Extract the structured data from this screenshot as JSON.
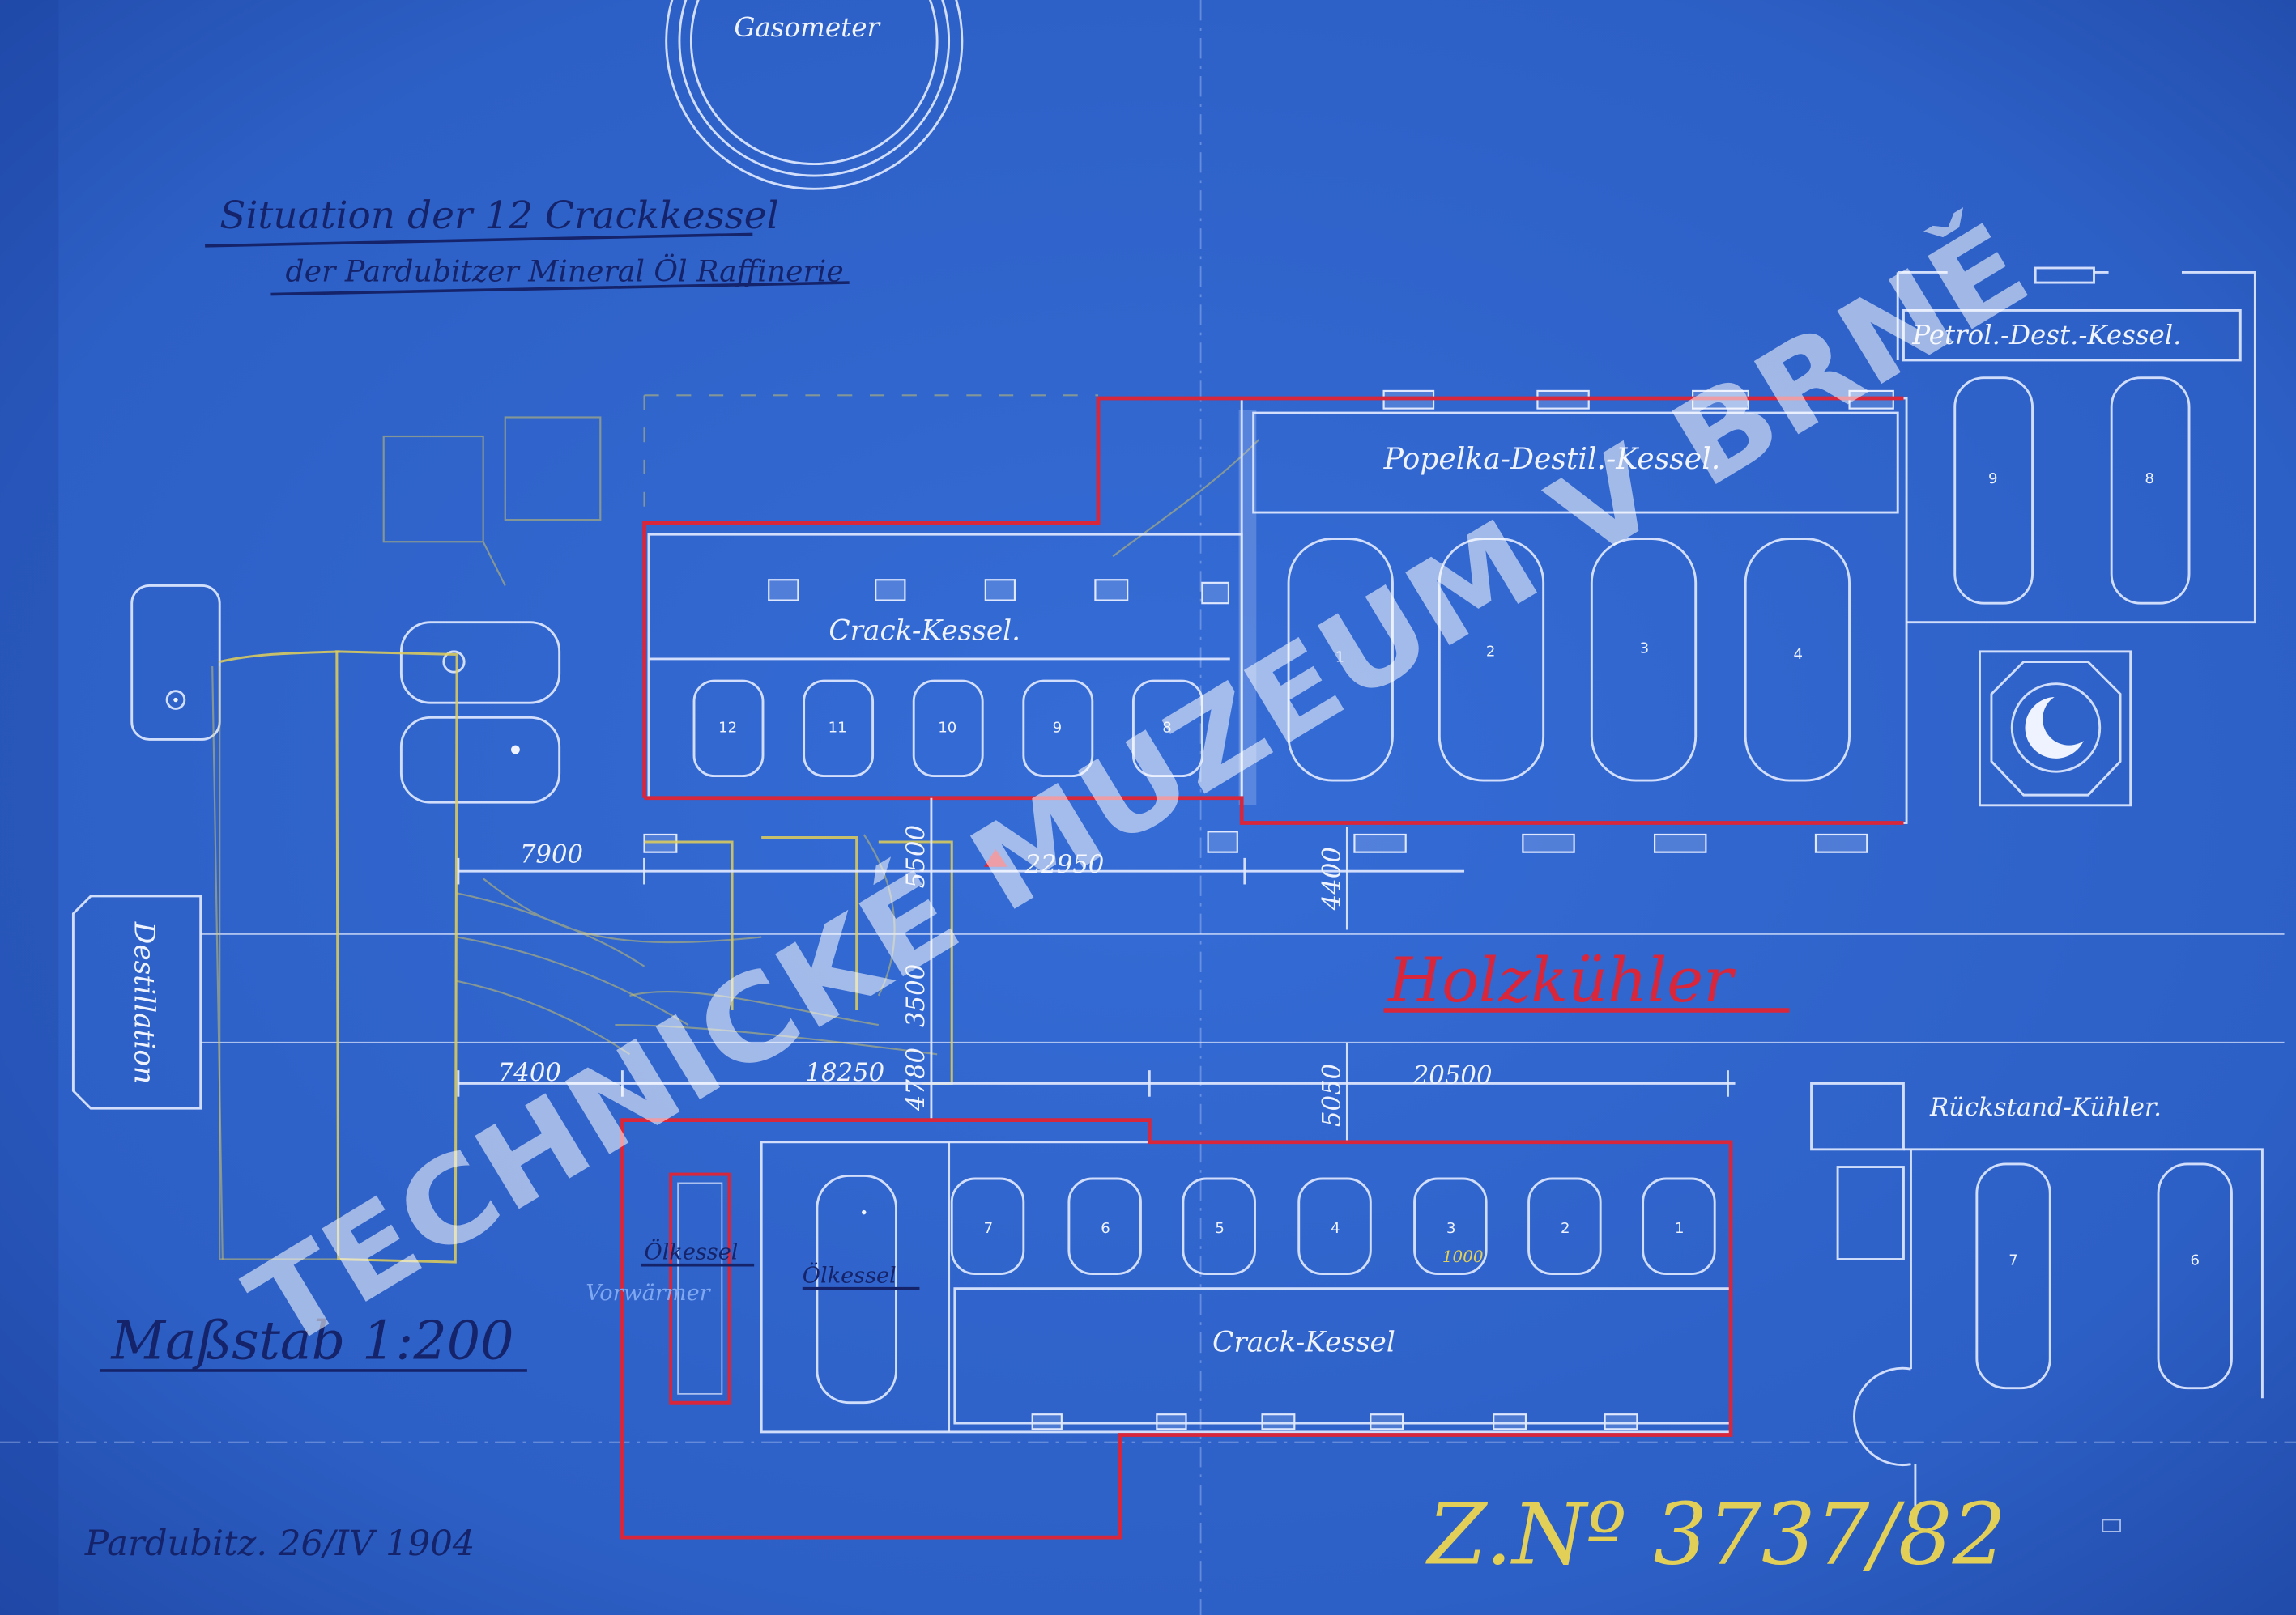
{
  "drawing": {
    "title_line1": "Situation der 12 Crackkessel",
    "title_line2": "der Pardubitzer Mineral Öl Raffinerie",
    "scale": "Maßstab 1:200",
    "place_date": "Pardubitz. 26/IV 1904",
    "drawing_number": "Z.Nº 3737/82",
    "watermark": "TECHNICKÉ MUZEUM V BRNĚ"
  },
  "gasometer": {
    "label": "Gasometer"
  },
  "petrol_distillation": {
    "label": "Petrol.-Dest.-Kessel.",
    "vessels": [
      "9",
      "8"
    ]
  },
  "popelka_distillation": {
    "label": "Popelka-Destil.-Kessel.",
    "vessels": [
      "1",
      "2",
      "3",
      "4"
    ]
  },
  "crack_upper": {
    "label": "Crack-Kessel.",
    "vessels": [
      "12",
      "11",
      "10",
      "9",
      "8"
    ]
  },
  "crack_lower": {
    "label": "Crack-Kessel",
    "oil_boiler": "Ölkessel",
    "vessels": [
      "7",
      "6",
      "5",
      "4",
      "3",
      "2",
      "1"
    ],
    "pencil_note": "1000"
  },
  "preheater": {
    "oil_label": "Ölkessel",
    "label": "Vorwärmer"
  },
  "residue_cooler": {
    "label": "Rückstand-Kühler.",
    "vessels": [
      "7",
      "6"
    ]
  },
  "destillation": {
    "label": "Destillation"
  },
  "wood_cooler": {
    "label": "Holzkühler"
  },
  "dimensions": {
    "upper": [
      "7900",
      "22950"
    ],
    "upper_offset": "4400",
    "vertical": [
      "5500",
      "3500",
      "4780"
    ],
    "lower": [
      "7400",
      "18250",
      "20500"
    ],
    "lower_offset": "5050"
  },
  "colors": {
    "paper": "#2f63c9",
    "line": "#dfe8ff",
    "red_pencil": "#d8263b",
    "yellow_crayon": "#e2cf58",
    "ink": "#15236a"
  }
}
